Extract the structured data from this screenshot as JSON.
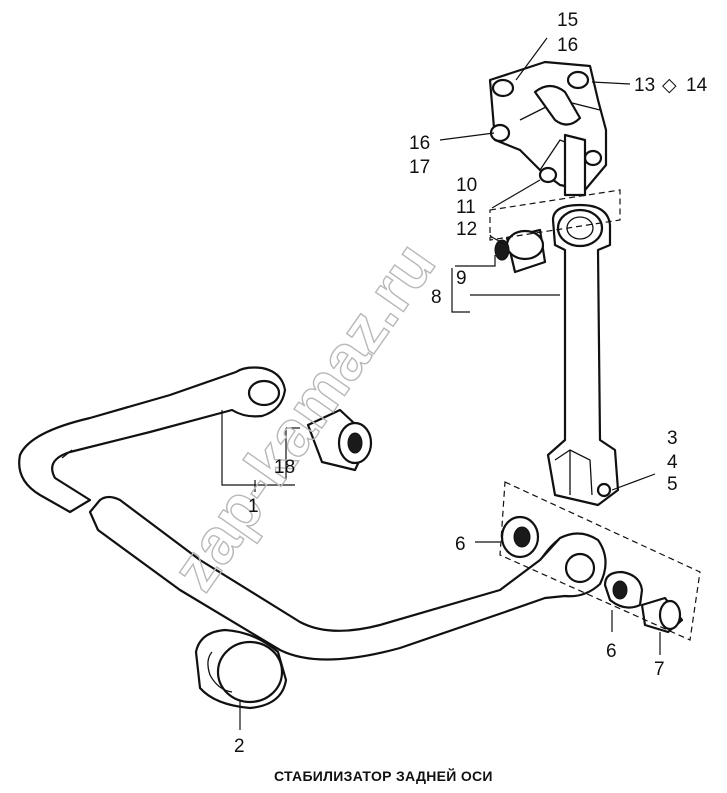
{
  "caption": "СТАБИЛИЗАТОР ЗАДНЕЙ ОСИ",
  "watermark": "zap-kamaz.ru",
  "callouts": {
    "c1": "1",
    "c2": "2",
    "c3": "3",
    "c4": "4",
    "c5": "5",
    "c6a": "6",
    "c6b": "6",
    "c7": "7",
    "c8": "8",
    "c9": "9",
    "c10": "10",
    "c11": "11",
    "c12": "12",
    "c13_14": "13",
    "c13_14b": "14",
    "c15": "15",
    "c16a": "16",
    "c16b": "16",
    "c17": "17",
    "c18": "18"
  }
}
